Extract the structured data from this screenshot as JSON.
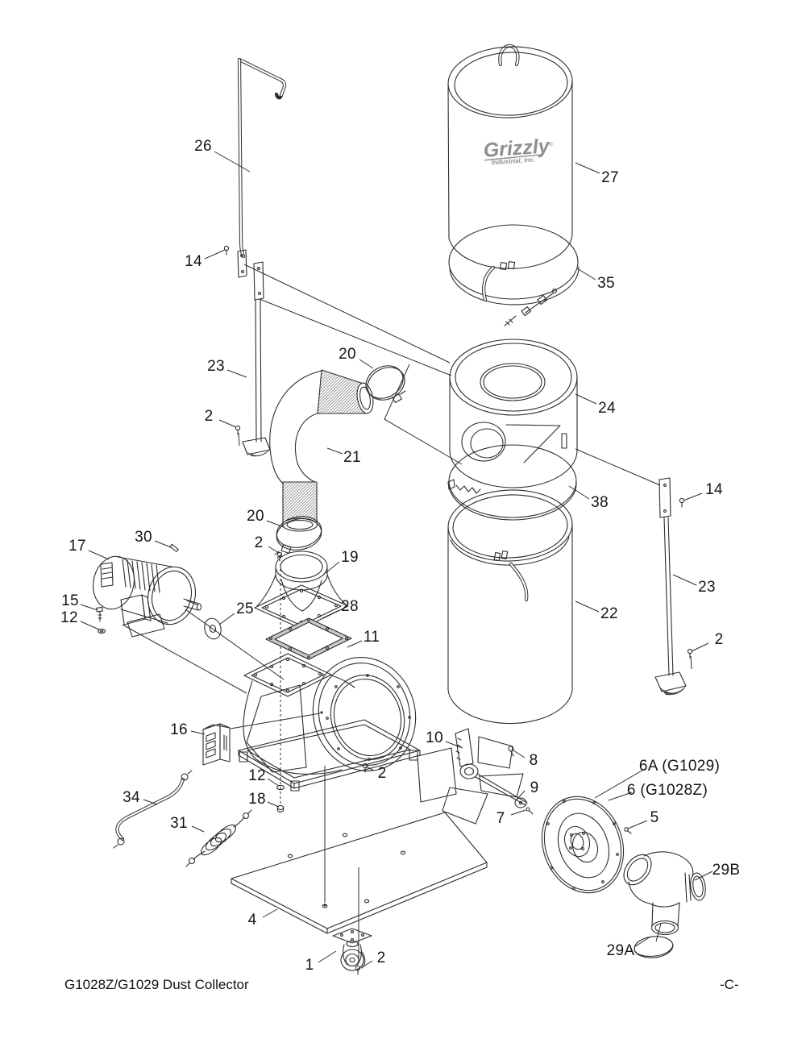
{
  "page": {
    "footer_left": "G1028Z/G1029 Dust Collector",
    "footer_right": "-C-",
    "background": "#ffffff",
    "line_color": "#2d2d2d",
    "gasket_color": "#c8c8c8",
    "logo_color": "#8f8f8f"
  },
  "logo": {
    "brand": "Grizzly",
    "registered": "®",
    "sub": "Industrial, Inc."
  },
  "callouts": [
    {
      "label": "26",
      "part": "bag-hanger-rod"
    },
    {
      "label": "14",
      "part": "hanger-bracket-screw-left"
    },
    {
      "label": "27",
      "part": "upper-filter-bag"
    },
    {
      "label": "35",
      "part": "upper-bag-clamp"
    },
    {
      "label": "23",
      "part": "support-pole-left"
    },
    {
      "label": "2",
      "part": "pole-foot-screw-left"
    },
    {
      "label": "20",
      "part": "hose-clamp-upper"
    },
    {
      "label": "24",
      "part": "separator-drum"
    },
    {
      "label": "21",
      "part": "flex-hose"
    },
    {
      "label": "38",
      "part": "drum-band-clamp"
    },
    {
      "label": "20",
      "part": "hose-clamp-lower"
    },
    {
      "label": "14",
      "part": "bracket-screw-right"
    },
    {
      "label": "30",
      "part": "motor-shaft-key"
    },
    {
      "label": "17",
      "part": "motor"
    },
    {
      "label": "2",
      "part": "transition-carriage-bolt"
    },
    {
      "label": "19",
      "part": "inlet-transition"
    },
    {
      "label": "23",
      "part": "support-pole-right"
    },
    {
      "label": "15",
      "part": "motor-mount-bolt"
    },
    {
      "label": "12",
      "part": "motor-mount-washer"
    },
    {
      "label": "25",
      "part": "shaft-washer"
    },
    {
      "label": "28",
      "part": "inlet-gasket"
    },
    {
      "label": "11",
      "part": "blower-housing"
    },
    {
      "label": "22",
      "part": "lower-collection-bag"
    },
    {
      "label": "2",
      "part": "pole-foot-screw-right"
    },
    {
      "label": "16",
      "part": "paddle-switch"
    },
    {
      "label": "10",
      "part": "impeller"
    },
    {
      "label": "8",
      "part": "impeller-bolt"
    },
    {
      "label": "2",
      "part": "housing-base-screw"
    },
    {
      "label": "12",
      "part": "carriage-bolt-washer"
    },
    {
      "label": "9",
      "part": "impeller-washer"
    },
    {
      "label": "18",
      "part": "carriage-bolt-nut"
    },
    {
      "label": "7",
      "part": "cover-set-screw"
    },
    {
      "label": "34",
      "part": "ground-wire"
    },
    {
      "label": "6A (G1029)",
      "part": "housing-cover-g1029"
    },
    {
      "label": "6 (G1028Z)",
      "part": "housing-cover-g1028z"
    },
    {
      "label": "5",
      "part": "cover-screw"
    },
    {
      "label": "31",
      "part": "power-cord"
    },
    {
      "label": "29B",
      "part": "y-inlet-fitting"
    },
    {
      "label": "4",
      "part": "base-plate"
    },
    {
      "label": "29A",
      "part": "inlet-cap"
    },
    {
      "label": "1",
      "part": "caster"
    },
    {
      "label": "2",
      "part": "caster-screw"
    }
  ]
}
